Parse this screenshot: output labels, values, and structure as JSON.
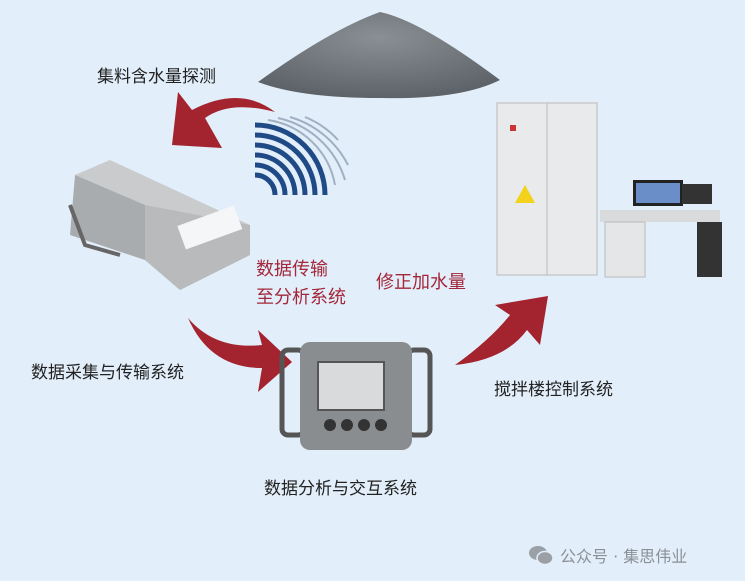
{
  "labels": {
    "detection": "集料含水量探测",
    "transfer_line1": "数据传输",
    "transfer_line2": "至分析系统",
    "correction": "修正加水量",
    "collection": "数据采集与传输系统",
    "analysis": "数据分析与交互系统",
    "control": "搅拌楼控制系统"
  },
  "watermark": "公众号 · 集思伟业",
  "icons": [
    "wechat-icon",
    "signal-waves-icon",
    "arrow-icon"
  ],
  "colors": {
    "background": "#e2eef9",
    "arrow": "#a3232e",
    "waves": "#1f4a85",
    "label_red": "#a3283b"
  }
}
